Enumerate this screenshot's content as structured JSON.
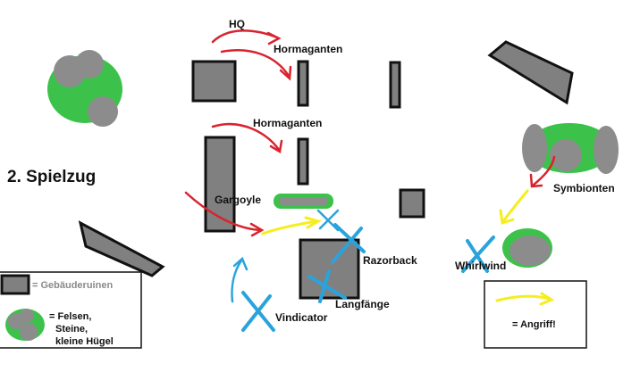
{
  "title": "2. Spielzug",
  "labels": {
    "hq": "HQ",
    "hormaganten_1": "Hormaganten",
    "hormaganten_2": "Hormaganten",
    "gargoyle": "Gargoyle",
    "symbionten": "Symbionten",
    "razorback": "Razorback",
    "whirlwind": "Whirlwind",
    "langfaenge": "Langfänge",
    "vindicator": "Vindicator"
  },
  "legend": {
    "ruins": "= Gebäuderuinen",
    "rocks_line1": "= Felsen,",
    "rocks_line2": "Steine,",
    "rocks_line3": "kleine Hügel",
    "attack": "= Angriff!"
  },
  "colors": {
    "ruin_fill": "#808080",
    "hill_green": "#3cc24a",
    "rock_gray": "#8c8c8c",
    "move_red": "#d9232e",
    "attack_yellow": "#f5ee1f",
    "unit_blue": "#2aa3dc"
  }
}
